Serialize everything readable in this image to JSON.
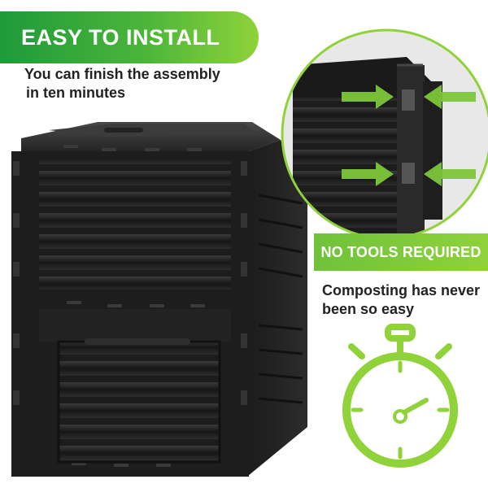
{
  "banner": {
    "title": "EASY TO INSTALL"
  },
  "subtitle": {
    "line1": "You can finish the assembly",
    "line2": "in ten minutes"
  },
  "badge": {
    "label": "NO TOOLS REQUIRED"
  },
  "tagline": {
    "line1": "Composting has never",
    "line2": "been so easy"
  },
  "colors": {
    "accent_green": "#8fd23a",
    "dark_green": "#1f9a3a",
    "bin_black": "#1c1c1c",
    "text_dark": "#222222"
  },
  "icons": [
    "stopwatch-icon",
    "arrow-right-icon",
    "arrow-left-icon"
  ]
}
